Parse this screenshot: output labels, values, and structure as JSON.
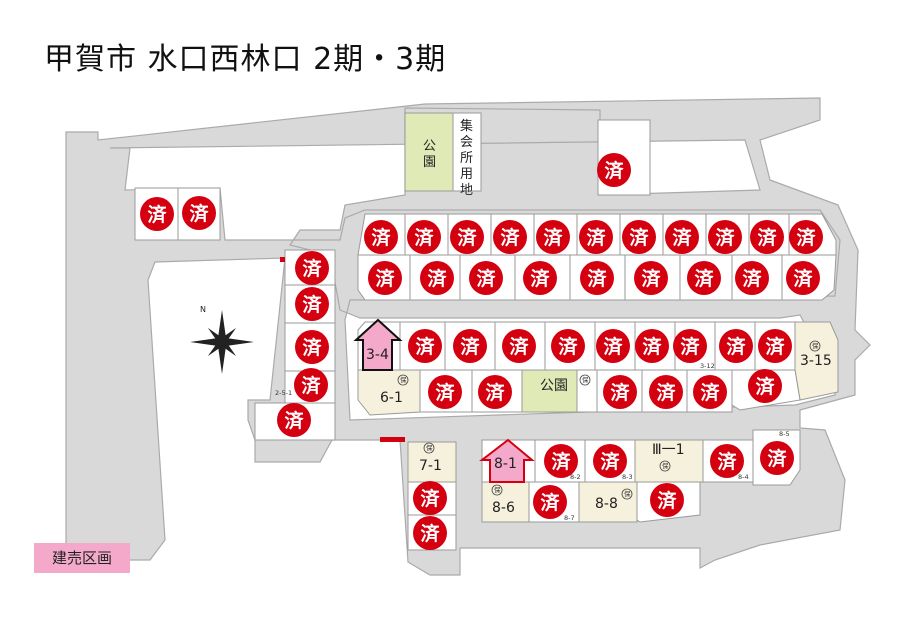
{
  "title": "甲賀市 水口西林口 2期・3期",
  "legend": "建売区画",
  "park_label": "公園",
  "park_label_top_chars": [
    "公",
    "園"
  ],
  "facility_chars": [
    "集",
    "会",
    "所",
    "用",
    "地"
  ],
  "sold_mark": "済",
  "compass_n": "N",
  "reserved_mark": "保",
  "colors": {
    "sold": "#d40010",
    "kenbai": "#f4a9cb",
    "park": "#dfeab6",
    "road": "#d9d9d9",
    "reserved_lot": "#f5f1dc"
  },
  "lots": {
    "l34": "3-4",
    "l315": "3-15",
    "l61": "6-1",
    "l71": "7-1",
    "l81": "8-1",
    "l86": "8-6",
    "l88": "8-8",
    "l31": "Ⅲ一1"
  },
  "small_labels": {
    "s251": "2-5-1",
    "s312": "3-12",
    "s82": "8-2",
    "s83": "8-3",
    "s84": "8-4",
    "s85": "8-5",
    "s87": "8-7"
  }
}
